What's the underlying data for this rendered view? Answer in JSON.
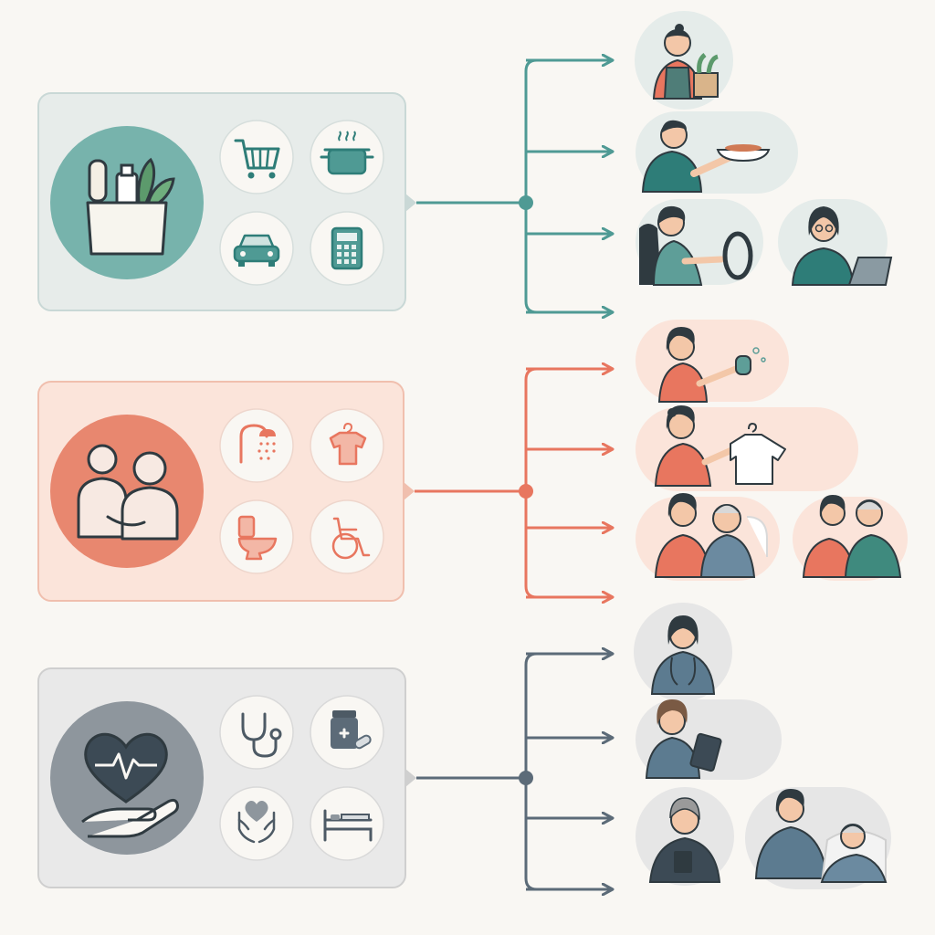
{
  "colors": {
    "background": "#f9f7f3",
    "teal": "#4f9a94",
    "teal_dark": "#2e7d78",
    "teal_panel": "#e7ecea",
    "teal_panel_border": "#c9d8d6",
    "teal_circle": "#77b3ac",
    "coral": "#e8765f",
    "coral_panel": "#fbe4da",
    "coral_panel_border": "#f0bfae",
    "coral_circle": "#e8876f",
    "slate": "#5c6b78",
    "slate_panel": "#e9e9e9",
    "slate_panel_border": "#cfcfcf",
    "slate_circle": "#8e969d",
    "icon_circle": "#f9f7f3",
    "outline": "#2f3a40"
  },
  "groups": [
    {
      "id": "household-tasks",
      "main_icon": "grocery-bag-icon",
      "sub_icons": [
        "shopping-cart-icon",
        "cooking-pot-icon",
        "car-icon",
        "calculator-icon"
      ],
      "scenes": [
        [
          "caregiver-carrying-groceries"
        ],
        [
          "caregiver-serving-meal"
        ],
        [
          "caregiver-driving",
          "caregiver-using-laptop"
        ],
        []
      ]
    },
    {
      "id": "personal-care",
      "main_icon": "assisting-person-icon",
      "sub_icons": [
        "shower-icon",
        "shirt-on-hanger-icon",
        "toilet-icon",
        "wheelchair-icon"
      ],
      "scenes": [
        [
          "caregiver-bathing-sponge"
        ],
        [
          "caregiver-dressing-help"
        ],
        [
          "caregiver-toilet-assist",
          "caregiver-walking-assist"
        ],
        []
      ]
    },
    {
      "id": "health-care",
      "main_icon": "heart-in-hand-icon",
      "sub_icons": [
        "stethoscope-icon",
        "medicine-bottle-icon",
        "heart-hands-icon",
        "bed-icon"
      ],
      "scenes": [
        [
          "nurse-with-stethoscope"
        ],
        [
          "nurse-with-clipboard"
        ],
        [
          "companion-reading-book",
          "caregiver-bedside-visit"
        ],
        []
      ]
    }
  ]
}
